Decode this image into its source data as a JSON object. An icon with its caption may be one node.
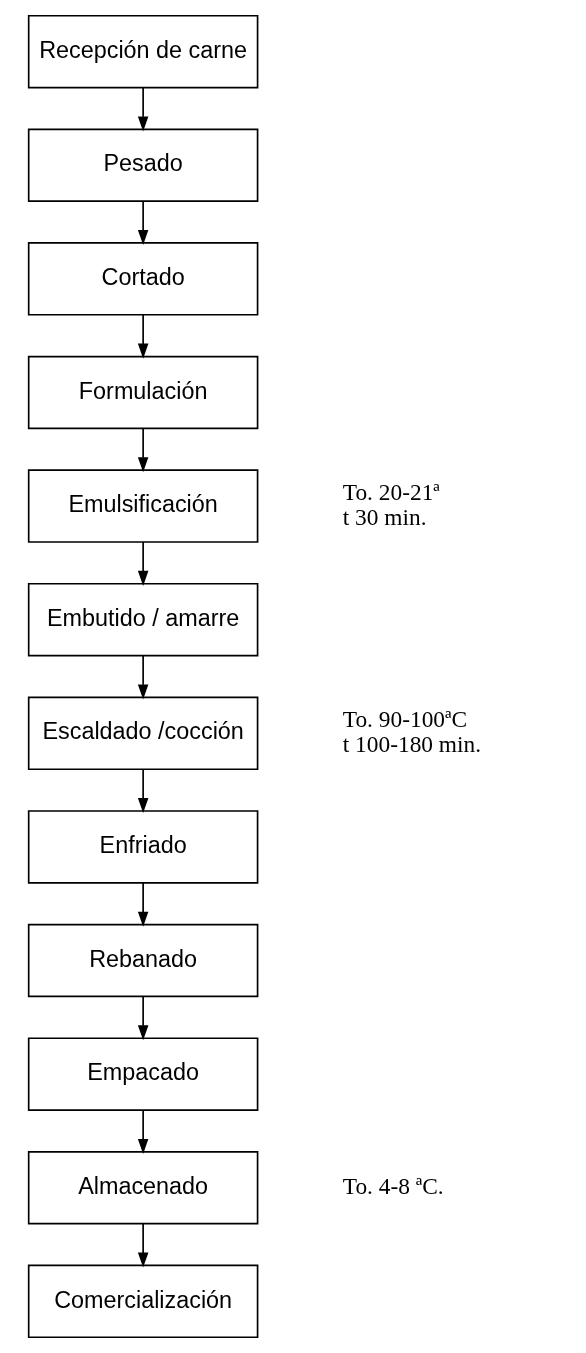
{
  "diagram": {
    "nodes": [
      {
        "text": [
          "Recepción de carne"
        ]
      },
      {
        "text": [
          "Pesado"
        ]
      },
      {
        "text": [
          "Cortado"
        ]
      },
      {
        "text": [
          "Formulación"
        ]
      },
      {
        "text": [
          "Emulsificación"
        ],
        "beside": [
          "To. 20-21ª",
          "t 30 min."
        ]
      },
      {
        "text": [
          "Embutido / amarre"
        ]
      },
      {
        "text": [
          "Escaldado /cocción"
        ],
        "beside": [
          "To. 90-100ªC",
          "t 100-180 min."
        ]
      },
      {
        "text": [
          "Enfriado"
        ]
      },
      {
        "text": [
          "Rebanado"
        ]
      },
      {
        "text": [
          "Empacado"
        ]
      },
      {
        "text": [
          "Almacenado"
        ],
        "beside": [
          "To. 4-8 ªC."
        ]
      },
      {
        "text": [
          "Comercialización"
        ]
      }
    ],
    "edges": [
      {
        "from": 0,
        "to": 1,
        "arrow": "to"
      },
      {
        "from": 1,
        "to": 2,
        "arrow": "to"
      },
      {
        "from": 2,
        "to": 3,
        "arrow": "to"
      },
      {
        "from": 3,
        "to": 4,
        "arrow": "to"
      },
      {
        "from": 4,
        "to": 5,
        "arrow": "to"
      },
      {
        "from": 5,
        "to": 6,
        "arrow": "to"
      },
      {
        "from": 6,
        "to": 7,
        "arrow": "to"
      },
      {
        "from": 7,
        "to": 8,
        "arrow": "to"
      },
      {
        "from": 8,
        "to": 9,
        "arrow": "to"
      },
      {
        "from": 9,
        "to": 10,
        "arrow": "to"
      },
      {
        "from": 10,
        "to": 11,
        "arrow": "to"
      }
    ]
  }
}
